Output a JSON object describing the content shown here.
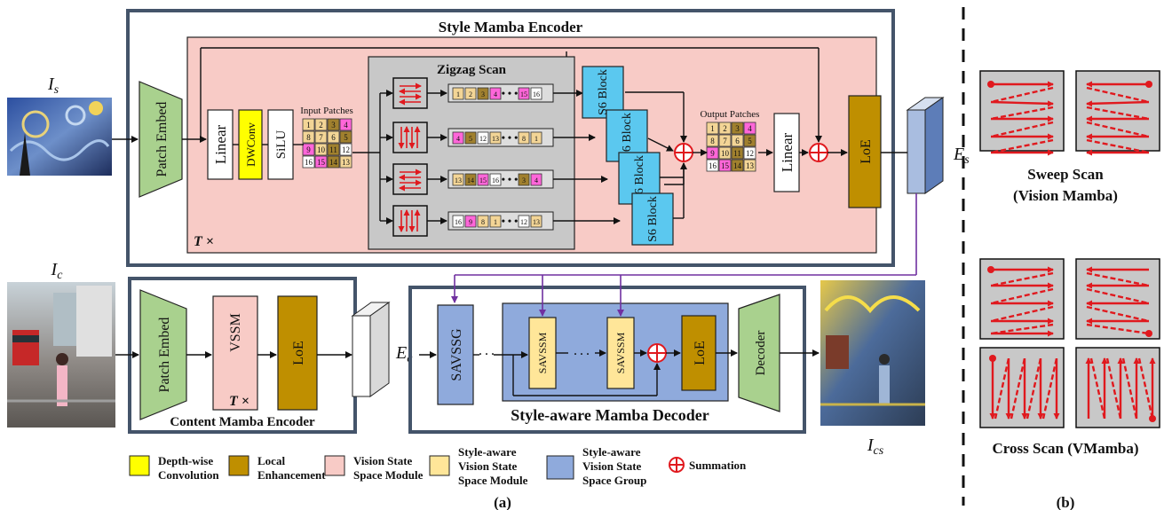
{
  "titles": {
    "style_encoder": "Style Mamba Encoder",
    "content_encoder": "Content Mamba Encoder",
    "decoder": "Style-aware Mamba Decoder",
    "zigzag": "Zigzag Scan",
    "input_patches": "Input Patches",
    "output_patches": "Output Patches"
  },
  "symbols": {
    "is_main": "I",
    "is_sub": "s",
    "ic_main": "I",
    "ic_sub": "c",
    "ics_main": "I",
    "ics_sub": "cs",
    "es_main": "E",
    "es_sub": "s",
    "ec_main": "E",
    "ec_sub": "c",
    "repeat_style": "T ×",
    "repeat_content": "T ×"
  },
  "blocks": {
    "patch_embed": "Patch Embed",
    "linear": "Linear",
    "dwconv": "DWConv",
    "silu": "SiLU",
    "s6_block": "S6 Block",
    "loe": "LoE",
    "vssm": "VSSM",
    "savssg": "SAVSSG",
    "savssm": "SAVSSM",
    "decoder": "Decoder",
    "ellipsis": "· · ·"
  },
  "patch_grid": {
    "input": [
      "1",
      "2",
      "3",
      "4",
      "8",
      "7",
      "6",
      "5",
      "9",
      "10",
      "11",
      "12",
      "16",
      "15",
      "14",
      "13"
    ],
    "output": [
      "1",
      "2",
      "3",
      "4",
      "8",
      "7",
      "6",
      "5",
      "9",
      "10",
      "11",
      "12",
      "16",
      "15",
      "14",
      "13"
    ]
  },
  "scan_sequences": [
    [
      "1",
      "2",
      "3",
      "4",
      "…",
      "15",
      "16"
    ],
    [
      "4",
      "5",
      "12",
      "13",
      "…",
      "8",
      "1"
    ],
    [
      "13",
      "14",
      "15",
      "16",
      "…",
      "3",
      "4"
    ],
    [
      "16",
      "9",
      "8",
      "1",
      "…",
      "12",
      "13"
    ]
  ],
  "legend": [
    {
      "label": "Depth-wise Convolution",
      "color": "#ffff00"
    },
    {
      "label": "Local Enhancement",
      "color": "#bf8f00"
    },
    {
      "label": "Vision State Space Module",
      "color": "#f8cbc6"
    },
    {
      "label": "Style-aware Vision State Space Module",
      "color": "#ffe699"
    },
    {
      "label": "Style-aware Vision State Space Group",
      "color": "#8faadc"
    },
    {
      "label": "Summation",
      "color": "#e0191e"
    }
  ],
  "panel_b": {
    "sweep_title_1": "Sweep Scan",
    "sweep_title_2": "(Vision Mamba)",
    "cross_title": "Cross Scan (VMamba)"
  },
  "captions": {
    "a": "(a)",
    "b": "(b)"
  },
  "colors": {
    "frame": "#44546a",
    "pink_bg": "#f8cbc6",
    "gray_bg": "#c8c8c8",
    "green": "#a9d18e",
    "cyan": "#5bc8ef",
    "brown": "#bf8f00",
    "yellow": "#ffff00",
    "lightyellow": "#ffe699",
    "blue": "#8faadc",
    "red": "#e0191e",
    "purple": "#7030a0"
  }
}
